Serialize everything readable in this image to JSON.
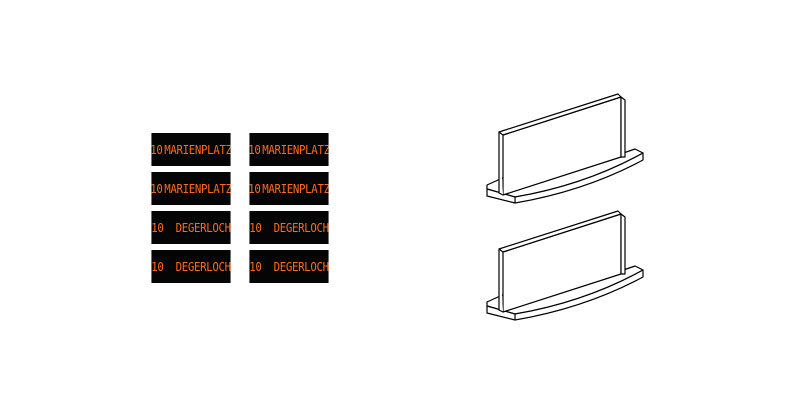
{
  "colors": {
    "tile_bg": "#050505",
    "tile_text": "#ff6a1a",
    "stroke": "#000000"
  },
  "tiles": [
    {
      "line": "10",
      "destination": "MARIENPLATZ"
    },
    {
      "line": "10",
      "destination": "MARIENPLATZ"
    },
    {
      "line": "10",
      "destination": "MARIENPLATZ"
    },
    {
      "line": "10",
      "destination": "MARIENPLATZ"
    },
    {
      "line": "10",
      "destination": "DEGERLOCH"
    },
    {
      "line": "10",
      "destination": "DEGERLOCH"
    },
    {
      "line": "10",
      "destination": "DEGERLOCH"
    },
    {
      "line": "10",
      "destination": "DEGERLOCH"
    }
  ]
}
